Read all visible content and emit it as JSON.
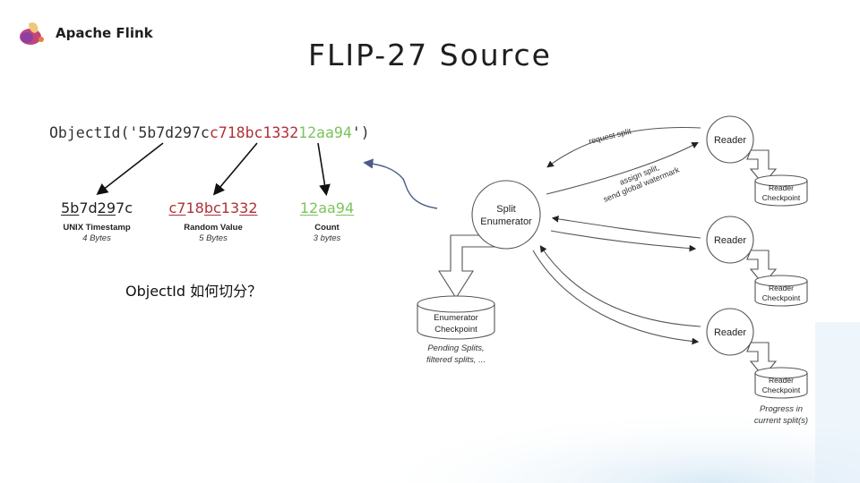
{
  "logo": {
    "icon": "flink-squirrel-logo",
    "text": "Apache Flink"
  },
  "title": "FLIP-27 Source",
  "objectid": {
    "prefix": "ObjectId('",
    "timestamp_hex": "5b7d297c",
    "random_hex": "c718bc1332",
    "count_hex": "12aa94",
    "suffix": "')",
    "colors": {
      "timestamp": "#333333",
      "random": "#b0303a",
      "count": "#7cc45c"
    }
  },
  "parts": [
    {
      "value_segments": [
        {
          "t": "5b",
          "u": true
        },
        {
          "t": "7d",
          "u": false
        },
        {
          "t": "29",
          "u": true
        },
        {
          "t": "7c",
          "u": false
        }
      ],
      "label": "UNIX Timestamp",
      "size": "4 Bytes"
    },
    {
      "value_segments": [
        {
          "t": "c7",
          "u": true
        },
        {
          "t": "18",
          "u": false
        },
        {
          "t": "bc",
          "u": true
        },
        {
          "t": "13",
          "u": false
        },
        {
          "t": "32",
          "u": true
        }
      ],
      "label": "Random Value",
      "size": "5 Bytes"
    },
    {
      "value_segments": [
        {
          "t": "12",
          "u": true
        },
        {
          "t": "aa",
          "u": false
        },
        {
          "t": "94",
          "u": true
        }
      ],
      "label": "Count",
      "size": "3 bytes"
    }
  ],
  "question": "ObjectId 如何切分？",
  "diagram": {
    "enumerator": {
      "line1": "Split",
      "line2": "Enumerator"
    },
    "enumerator_checkpoint": {
      "line1": "Enumerator",
      "line2": "Checkpoint",
      "note1": "Pending Splits,",
      "note2": "filtered splits, ..."
    },
    "readers": [
      {
        "label": "Reader",
        "checkpoint1": "Reader",
        "checkpoint2": "Checkpoint"
      },
      {
        "label": "Reader",
        "checkpoint1": "Reader",
        "checkpoint2": "Checkpoint"
      },
      {
        "label": "Reader",
        "checkpoint1": "Reader",
        "checkpoint2": "Checkpoint",
        "note1": "Progress in",
        "note2": "current split(s)"
      }
    ],
    "edge_labels": {
      "request": "request split",
      "assign1": "assign split,",
      "assign2": "send global watermark"
    }
  },
  "colors": {
    "connector_arrow": "#4a5a8a",
    "diagram_stroke": "#555555"
  }
}
